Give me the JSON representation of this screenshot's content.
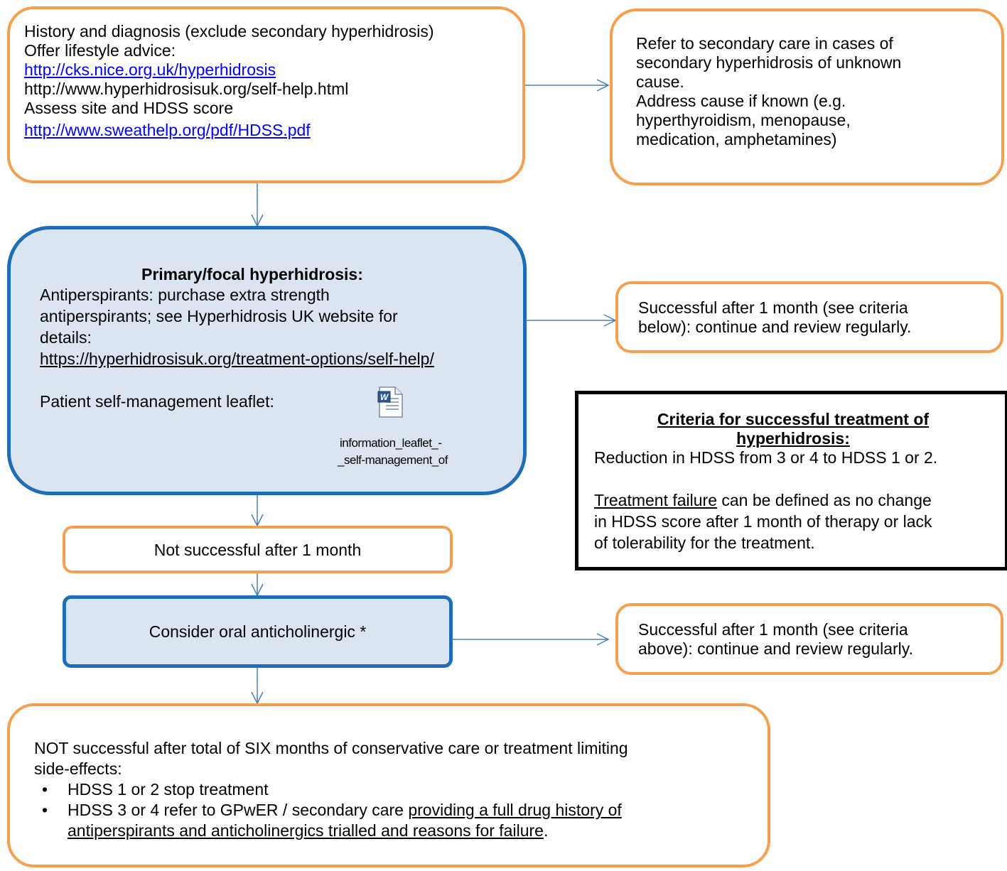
{
  "box1": {
    "line1": "History and diagnosis (exclude secondary hyperhidrosis)",
    "line2": "Offer lifestyle advice:",
    "link1": "http://cks.nice.org.uk/hyperhidrosis",
    "line4": "http://www.hyperhidrosisuk.org/self-help.html",
    "line5": "Assess site and HDSS score",
    "link2": "http://www.sweathelp.org/pdf/HDSS.pdf"
  },
  "box2": {
    "line1": "Refer to secondary care in cases of",
    "line2": "secondary hyperhidrosis of unknown",
    "line3": "cause.",
    "line4": "Address cause if known (e.g.",
    "line5": "hyperthyroidism, menopause,",
    "line6": "medication, amphetamines)"
  },
  "primary": {
    "title": "Primary/focal hyperhidrosis:",
    "line1": "Antiperspirants: purchase extra strength",
    "line2": "antiperspirants; see Hyperhidrosis UK website for",
    "line3": "details:",
    "link": "https://hyperhidrosisuk.org/treatment-options/self-help/",
    "leaflet_label": "Patient self-management leaflet:",
    "attachment_line1": "information_leaflet_-",
    "attachment_line2": "_self-management_of",
    "attachment_icon": "word-document-icon"
  },
  "success1": {
    "line1": "Successful after 1 month (see criteria",
    "line2": "below): continue and review regularly."
  },
  "criteria": {
    "title_line1": "Criteria for successful treatment of",
    "title_line2": "hyperhidrosis:",
    "line1": "Reduction in HDSS from 3 or 4 to HDSS 1 or 2.",
    "failure_term": "Treatment failure",
    "line2_rest": " can be defined as no change",
    "line3": "in HDSS score after 1 month of therapy or lack",
    "line4": "of tolerability for the treatment."
  },
  "not_successful": {
    "text": "Not successful after 1 month"
  },
  "anticholinergic": {
    "text": "Consider oral anticholinergic *"
  },
  "success2": {
    "line1": "Successful after 1 month (see criteria",
    "line2": "above): continue and review regularly."
  },
  "final": {
    "line1": "NOT successful after total of SIX months of conservative care or treatment limiting",
    "line2": "side-effects:",
    "bullet1": "HDSS 1 or 2 stop treatment",
    "bullet2_plain": "HDSS 3 or 4 refer to GPwER / secondary care ",
    "bullet2_underlined_1": "providing a full drug history of",
    "bullet2_underlined_2": "antiperspirants and anticholinergics trialled and reasons for failure",
    "bullet2_end": "."
  },
  "colors": {
    "orange_border": "#f5a04e",
    "blue_border": "#1f6db8",
    "blue_fill": "#dbe5f1",
    "arrow": "#4a7ebb",
    "link": "#0000ff"
  }
}
